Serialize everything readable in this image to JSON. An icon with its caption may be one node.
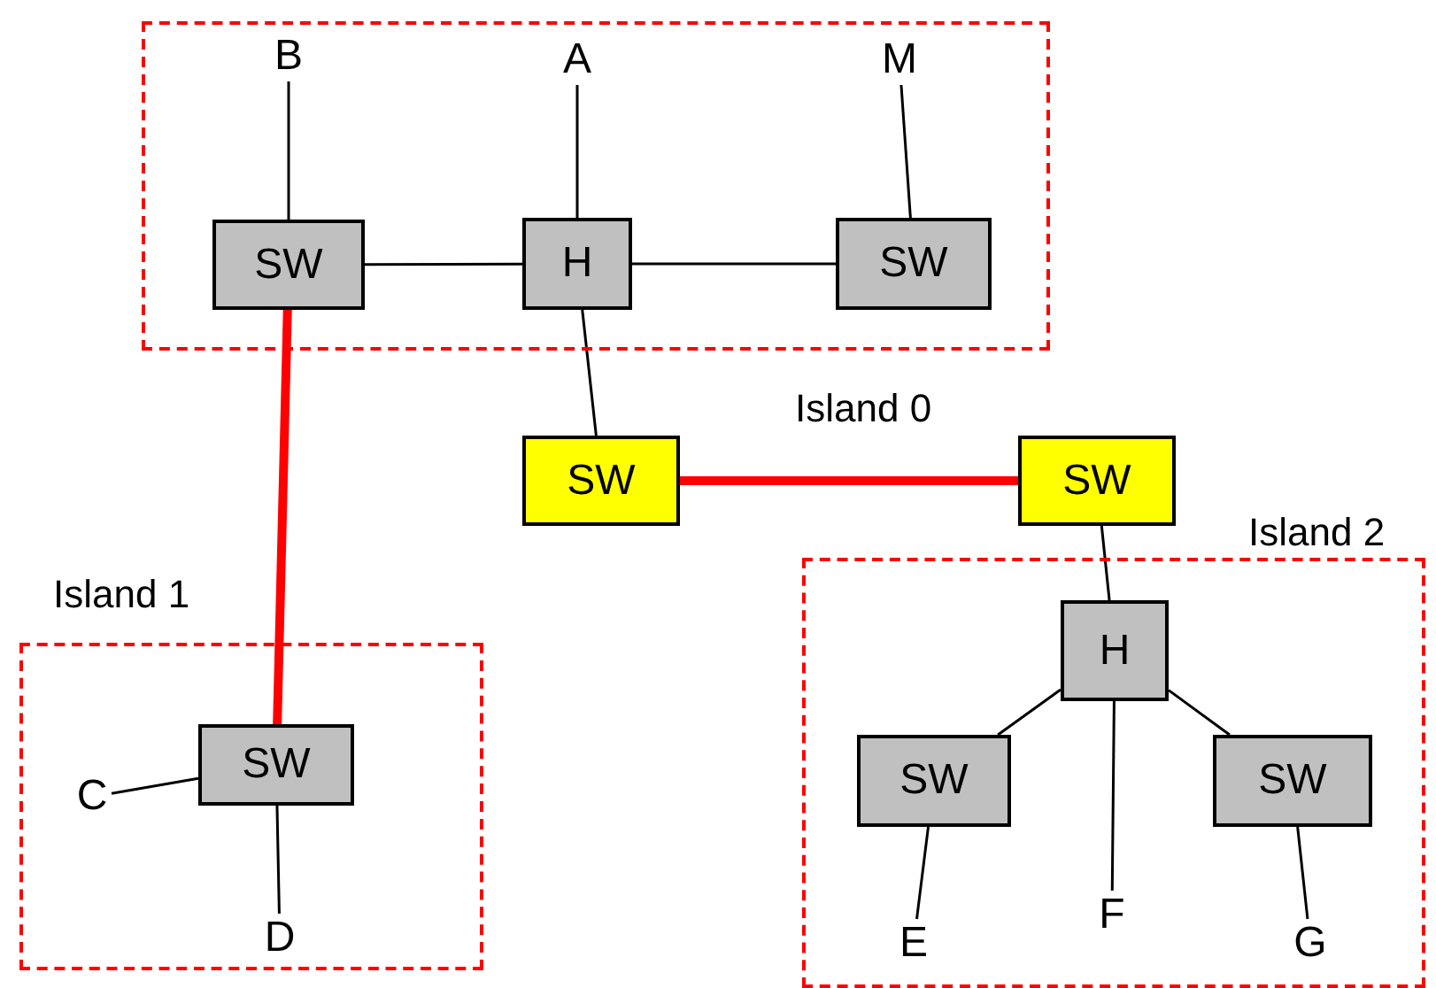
{
  "diagram": {
    "nodes": [
      {
        "text": [
          "Island 0"
        ]
      },
      {
        "text": [
          "B"
        ],
        "in": 0
      },
      {
        "text": [
          "A"
        ],
        "in": 0
      },
      {
        "text": [
          "M"
        ],
        "in": 0
      },
      {
        "text": [
          "SW"
        ],
        "in": 0
      },
      {
        "text": [
          "H"
        ],
        "in": 0
      },
      {
        "text": [
          "SW"
        ],
        "in": 0
      },
      {
        "text": [
          "SW"
        ]
      },
      {
        "text": [
          "SW"
        ]
      },
      {
        "text": [
          "Island 1"
        ]
      },
      {
        "text": [
          "C"
        ],
        "in": 9
      },
      {
        "text": [
          "SW"
        ],
        "in": 9
      },
      {
        "text": [
          "D"
        ],
        "in": 9
      },
      {
        "text": [
          "Island 2"
        ]
      },
      {
        "text": [
          "H"
        ],
        "in": 13
      },
      {
        "text": [
          "SW"
        ],
        "in": 13
      },
      {
        "text": [
          "SW"
        ],
        "in": 13
      },
      {
        "text": [
          "E"
        ],
        "in": 13
      },
      {
        "text": [
          "F"
        ],
        "in": 13
      },
      {
        "text": [
          "G"
        ],
        "in": 13
      }
    ],
    "edges": [
      {
        "from": 1,
        "to": 4,
        "arrow": "none"
      },
      {
        "from": 2,
        "to": 5,
        "arrow": "none"
      },
      {
        "from": 3,
        "to": 6,
        "arrow": "none"
      },
      {
        "from": 4,
        "to": 5,
        "arrow": "none"
      },
      {
        "from": 5,
        "to": 6,
        "arrow": "none"
      },
      {
        "from": 5,
        "to": 7,
        "arrow": "none"
      },
      {
        "from": 7,
        "to": 8,
        "arrow": "none",
        "style": "thick",
        "color": "#ff0000"
      },
      {
        "from": 4,
        "to": 11,
        "arrow": "none",
        "style": "thick",
        "color": "#ff0000"
      },
      {
        "from": 10,
        "to": 11,
        "arrow": "none"
      },
      {
        "from": 11,
        "to": 12,
        "arrow": "none"
      },
      {
        "from": 8,
        "to": 14,
        "arrow": "none"
      },
      {
        "from": 14,
        "to": 15,
        "arrow": "none"
      },
      {
        "from": 14,
        "to": 16,
        "arrow": "none"
      },
      {
        "from": 14,
        "to": 18,
        "arrow": "none"
      },
      {
        "from": 15,
        "to": 17,
        "arrow": "none"
      },
      {
        "from": 16,
        "to": 19,
        "arrow": "none"
      }
    ]
  }
}
